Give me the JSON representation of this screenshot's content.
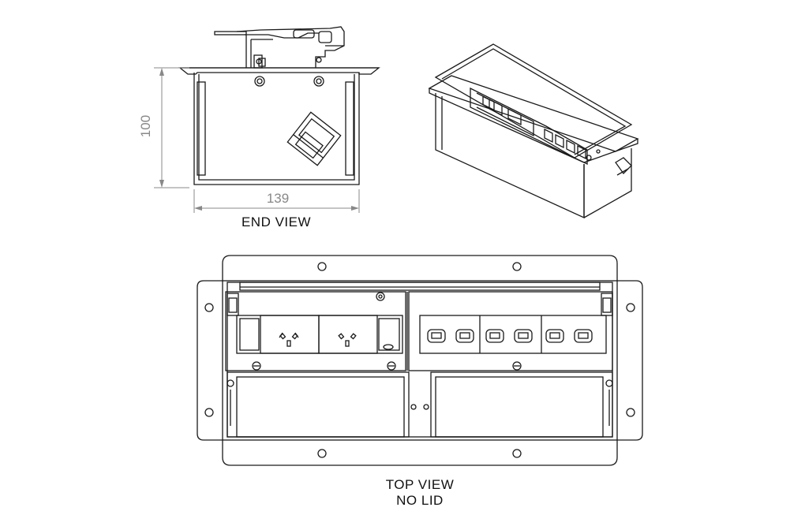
{
  "dimensions": {
    "height_label": "100",
    "width_label": "139"
  },
  "views": {
    "end_view_label": "END VIEW",
    "top_view_label_line1": "TOP VIEW",
    "top_view_label_line2": "NO LID"
  },
  "colors": {
    "line": "#1a1a1a",
    "dimension": "#888888",
    "background": "#ffffff"
  }
}
